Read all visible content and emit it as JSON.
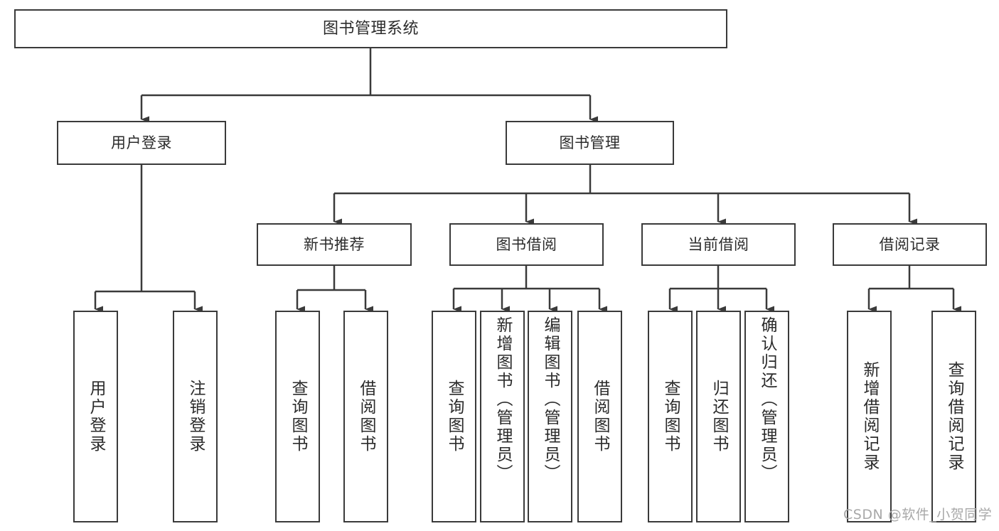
{
  "diagram": {
    "type": "tree",
    "title": "图书管理系统",
    "root": {
      "label": "图书管理系统"
    },
    "level2": [
      {
        "label": "用户登录"
      },
      {
        "label": "图书管理"
      }
    ],
    "level3": [
      {
        "label": "新书推荐"
      },
      {
        "label": "图书借阅"
      },
      {
        "label": "当前借阅"
      },
      {
        "label": "借阅记录"
      }
    ],
    "leaves": {
      "user_login": [
        {
          "label": "用户登录"
        },
        {
          "label": "注销登录"
        }
      ],
      "new_book_recommend": [
        {
          "label": "查询图书"
        },
        {
          "label": "借阅图书"
        }
      ],
      "book_borrow": [
        {
          "label": "查询图书"
        },
        {
          "label": "新增图书（管理员）"
        },
        {
          "label": "编辑图书（管理员）"
        },
        {
          "label": "借阅图书"
        }
      ],
      "current_borrow": [
        {
          "label": "查询图书"
        },
        {
          "label": "归还图书"
        },
        {
          "label": "确认归还（管理员）"
        }
      ],
      "borrow_record": [
        {
          "label": "新增借阅记录"
        },
        {
          "label": "查询借阅记录"
        }
      ]
    },
    "colors": {
      "stroke": "#3a3a3a",
      "text": "#2b2b2b",
      "background": "#ffffff",
      "watermark": "#a8a8a8"
    }
  },
  "watermark": {
    "text": "CSDN @软件_小贺同学"
  }
}
